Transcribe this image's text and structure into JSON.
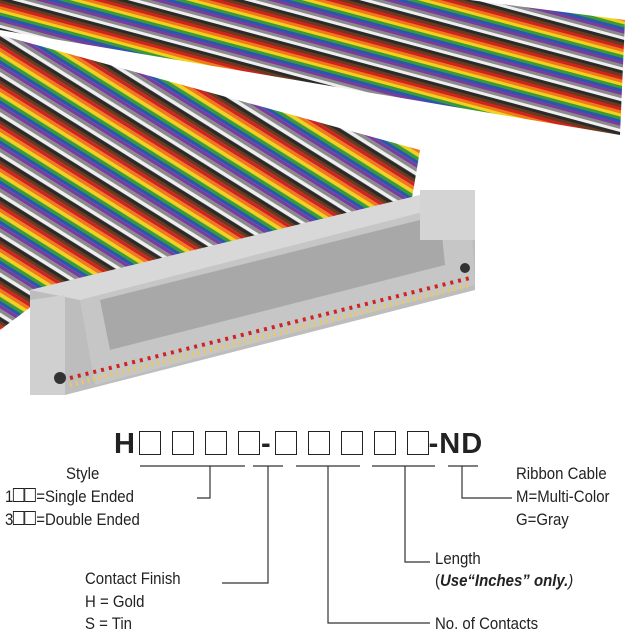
{
  "part_number": {
    "prefix": "H",
    "separator": "-",
    "suffix": "-ND",
    "box_count_group1": 4,
    "box_count_group2": 5
  },
  "style": {
    "title": "Style",
    "opt1_prefix": "1",
    "opt1_text": "=Single Ended",
    "opt2_prefix": "3",
    "opt2_text": "=Double Ended"
  },
  "contact_finish": {
    "title": "Contact Finish",
    "opt1": "H = Gold",
    "opt2": "S = Tin"
  },
  "length": {
    "title": "Length",
    "note_open": "(",
    "note_bold": "Use“Inches”",
    "note_rest": " only.",
    "note_close": ")"
  },
  "contacts": {
    "title": "No. of Contacts"
  },
  "ribbon": {
    "title": "Ribbon Cable",
    "opt1": "M=Multi-Color",
    "opt2": "G=Gray"
  },
  "colors": {
    "wires": [
      "#6b3a1e",
      "#d0231e",
      "#f07a1a",
      "#f2d21c",
      "#3a9a3a",
      "#2a56b0",
      "#7a3c9a",
      "#8a8a8a",
      "#f0f0f0",
      "#2a2a2a"
    ],
    "connector": "#c9c9c9"
  }
}
